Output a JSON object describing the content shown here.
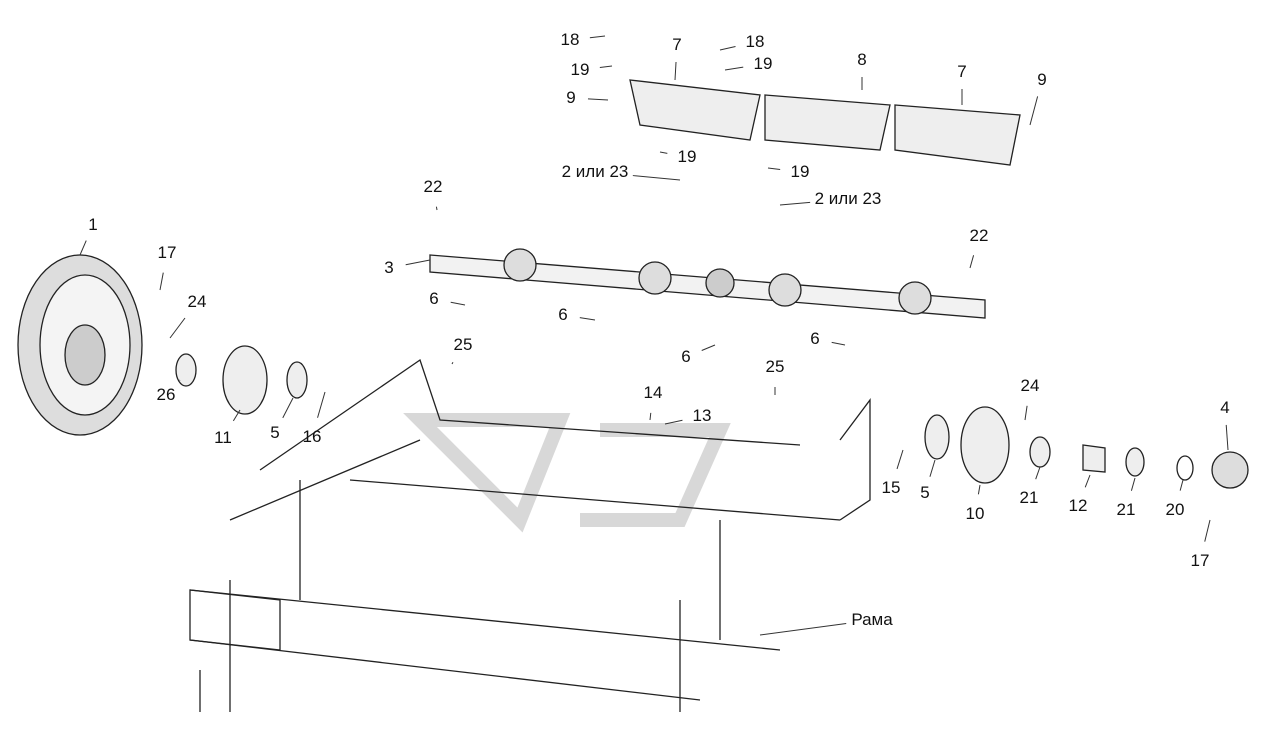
{
  "diagram": {
    "labels": [
      "18",
      "19",
      "9",
      "7",
      "18",
      "19",
      "8",
      "7",
      "9",
      "19",
      "2 или 23",
      "19",
      "2 или 23",
      "22",
      "22",
      "1",
      "17",
      "3",
      "24",
      "6",
      "6",
      "25",
      "6",
      "6",
      "25",
      "26",
      "11",
      "5",
      "16",
      "14",
      "13",
      "24",
      "4",
      "15",
      "5",
      "10",
      "21",
      "12",
      "21",
      "20",
      "17",
      "Рама"
    ]
  },
  "colors": {
    "line": "#222222",
    "fill": "#e6e6e6",
    "ghost": "#d8d8d8"
  }
}
